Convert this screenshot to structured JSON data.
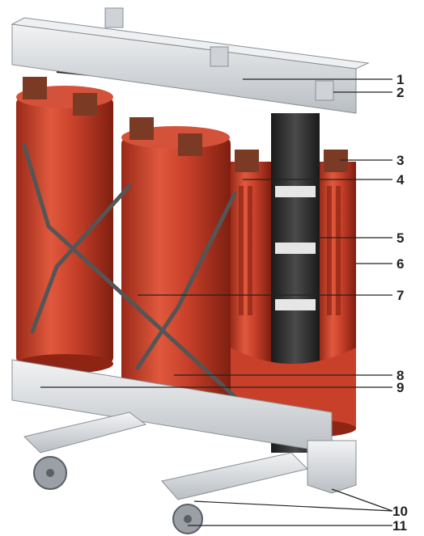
{
  "figure": {
    "subject": "cast-resin dry-type three-phase transformer, cutaway illustration",
    "callouts": [
      {
        "id": "1",
        "label": "1"
      },
      {
        "id": "2",
        "label": "2"
      },
      {
        "id": "3",
        "label": "3"
      },
      {
        "id": "4",
        "label": "4"
      },
      {
        "id": "5",
        "label": "5"
      },
      {
        "id": "6",
        "label": "6"
      },
      {
        "id": "7",
        "label": "7"
      },
      {
        "id": "8",
        "label": "8"
      },
      {
        "id": "9",
        "label": "9"
      },
      {
        "id": "10",
        "label": "10"
      },
      {
        "id": "11",
        "label": "11"
      }
    ],
    "colors": {
      "coil_resin": "#c8402a",
      "coil_shadow": "#8e2414",
      "core": "#2b2b2b",
      "frame_steel": "#d9dcdf",
      "terminal": "#7a3a24",
      "callout_text": "#222222"
    }
  }
}
